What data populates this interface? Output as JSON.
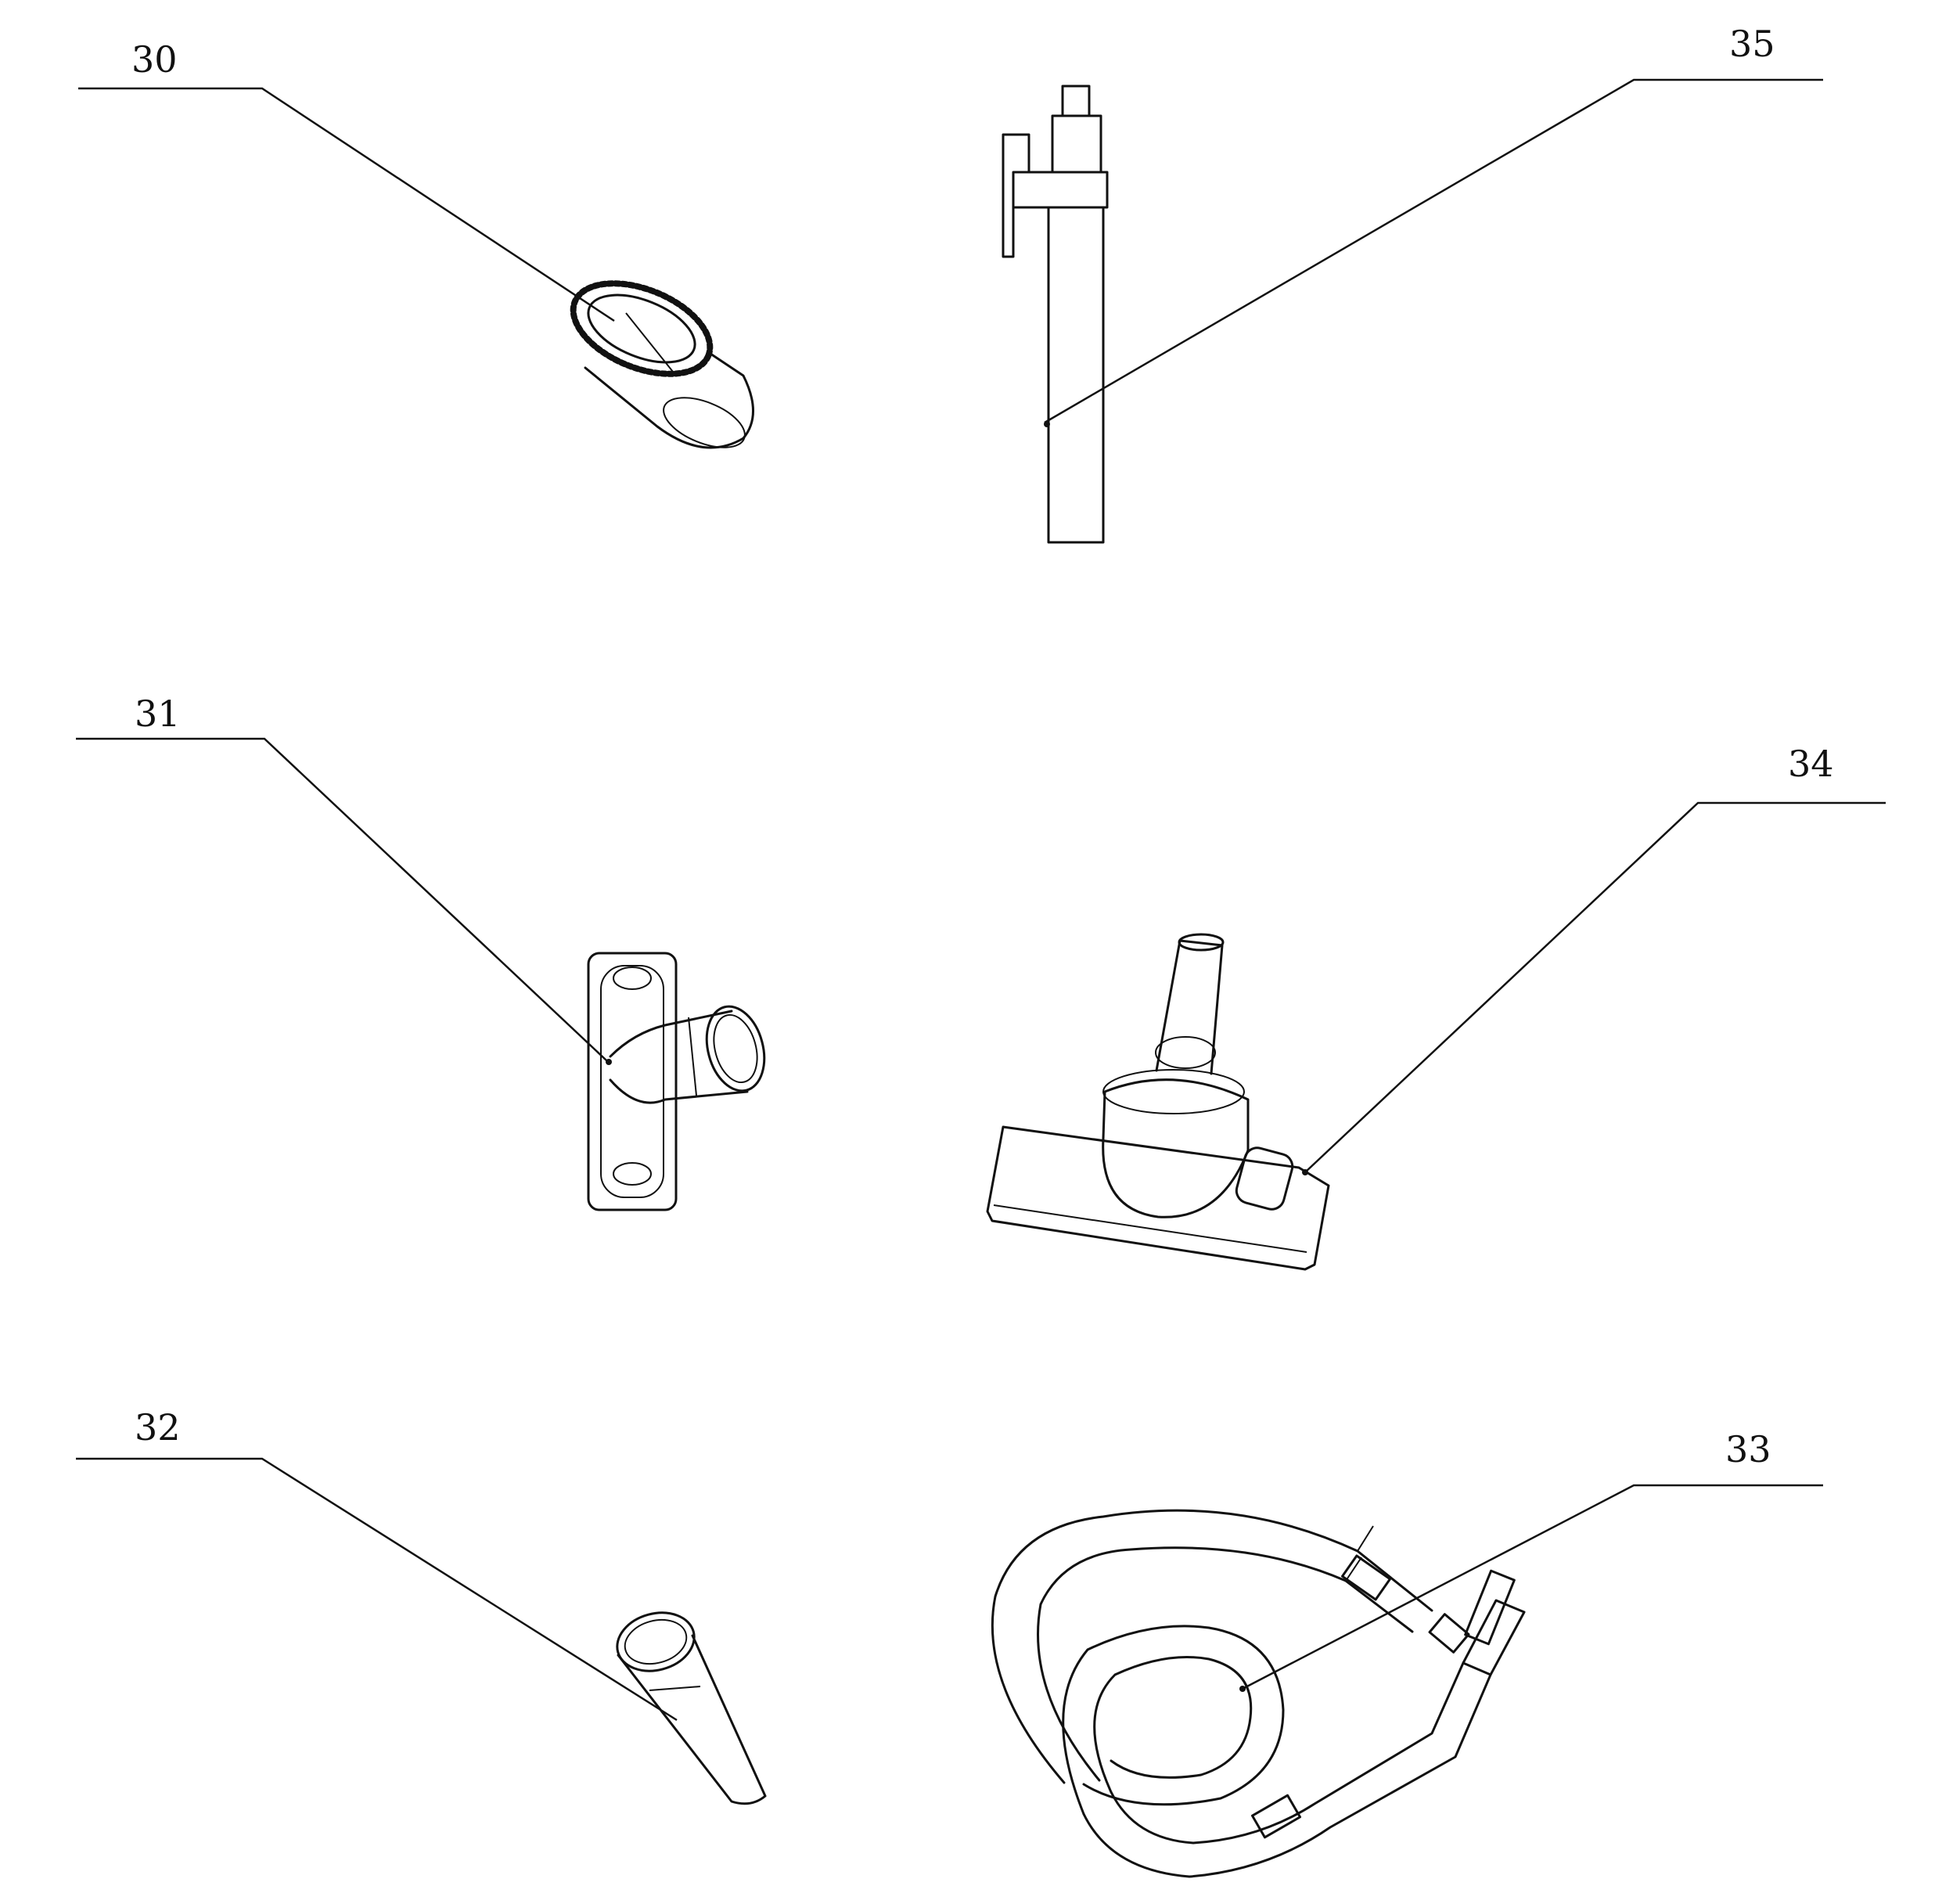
{
  "figure": {
    "callouts": [
      {
        "ref": "30",
        "part": "brush-nozzle"
      },
      {
        "ref": "31",
        "part": "upholstery-nozzle"
      },
      {
        "ref": "32",
        "part": "crevice-tool"
      },
      {
        "ref": "33",
        "part": "hose"
      },
      {
        "ref": "34",
        "part": "floor-head"
      },
      {
        "ref": "35",
        "part": "extension-tube"
      }
    ]
  }
}
